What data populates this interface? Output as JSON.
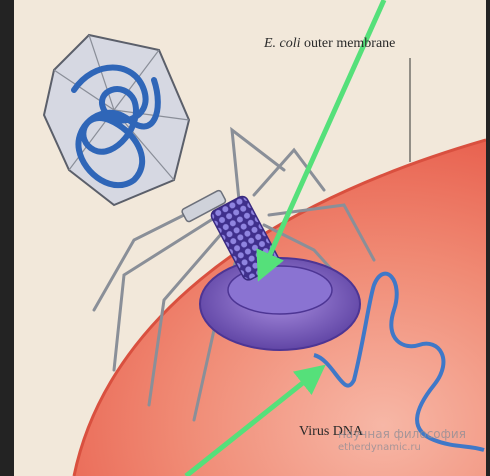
{
  "labels": {
    "membrane_italic": "E. coli",
    "membrane_rest": " outer membrane",
    "virus_dna": "Virus DNA"
  },
  "watermark": {
    "line1": "научная философия",
    "line2": "etherdynamic.ru"
  },
  "colors": {
    "arrow": "#55e07a",
    "cell": "#ef6f5e",
    "background": "#f3e9dc",
    "capsid": "#dcdce6",
    "dna": "#3f78c8",
    "baseplate": "#7455b8"
  }
}
